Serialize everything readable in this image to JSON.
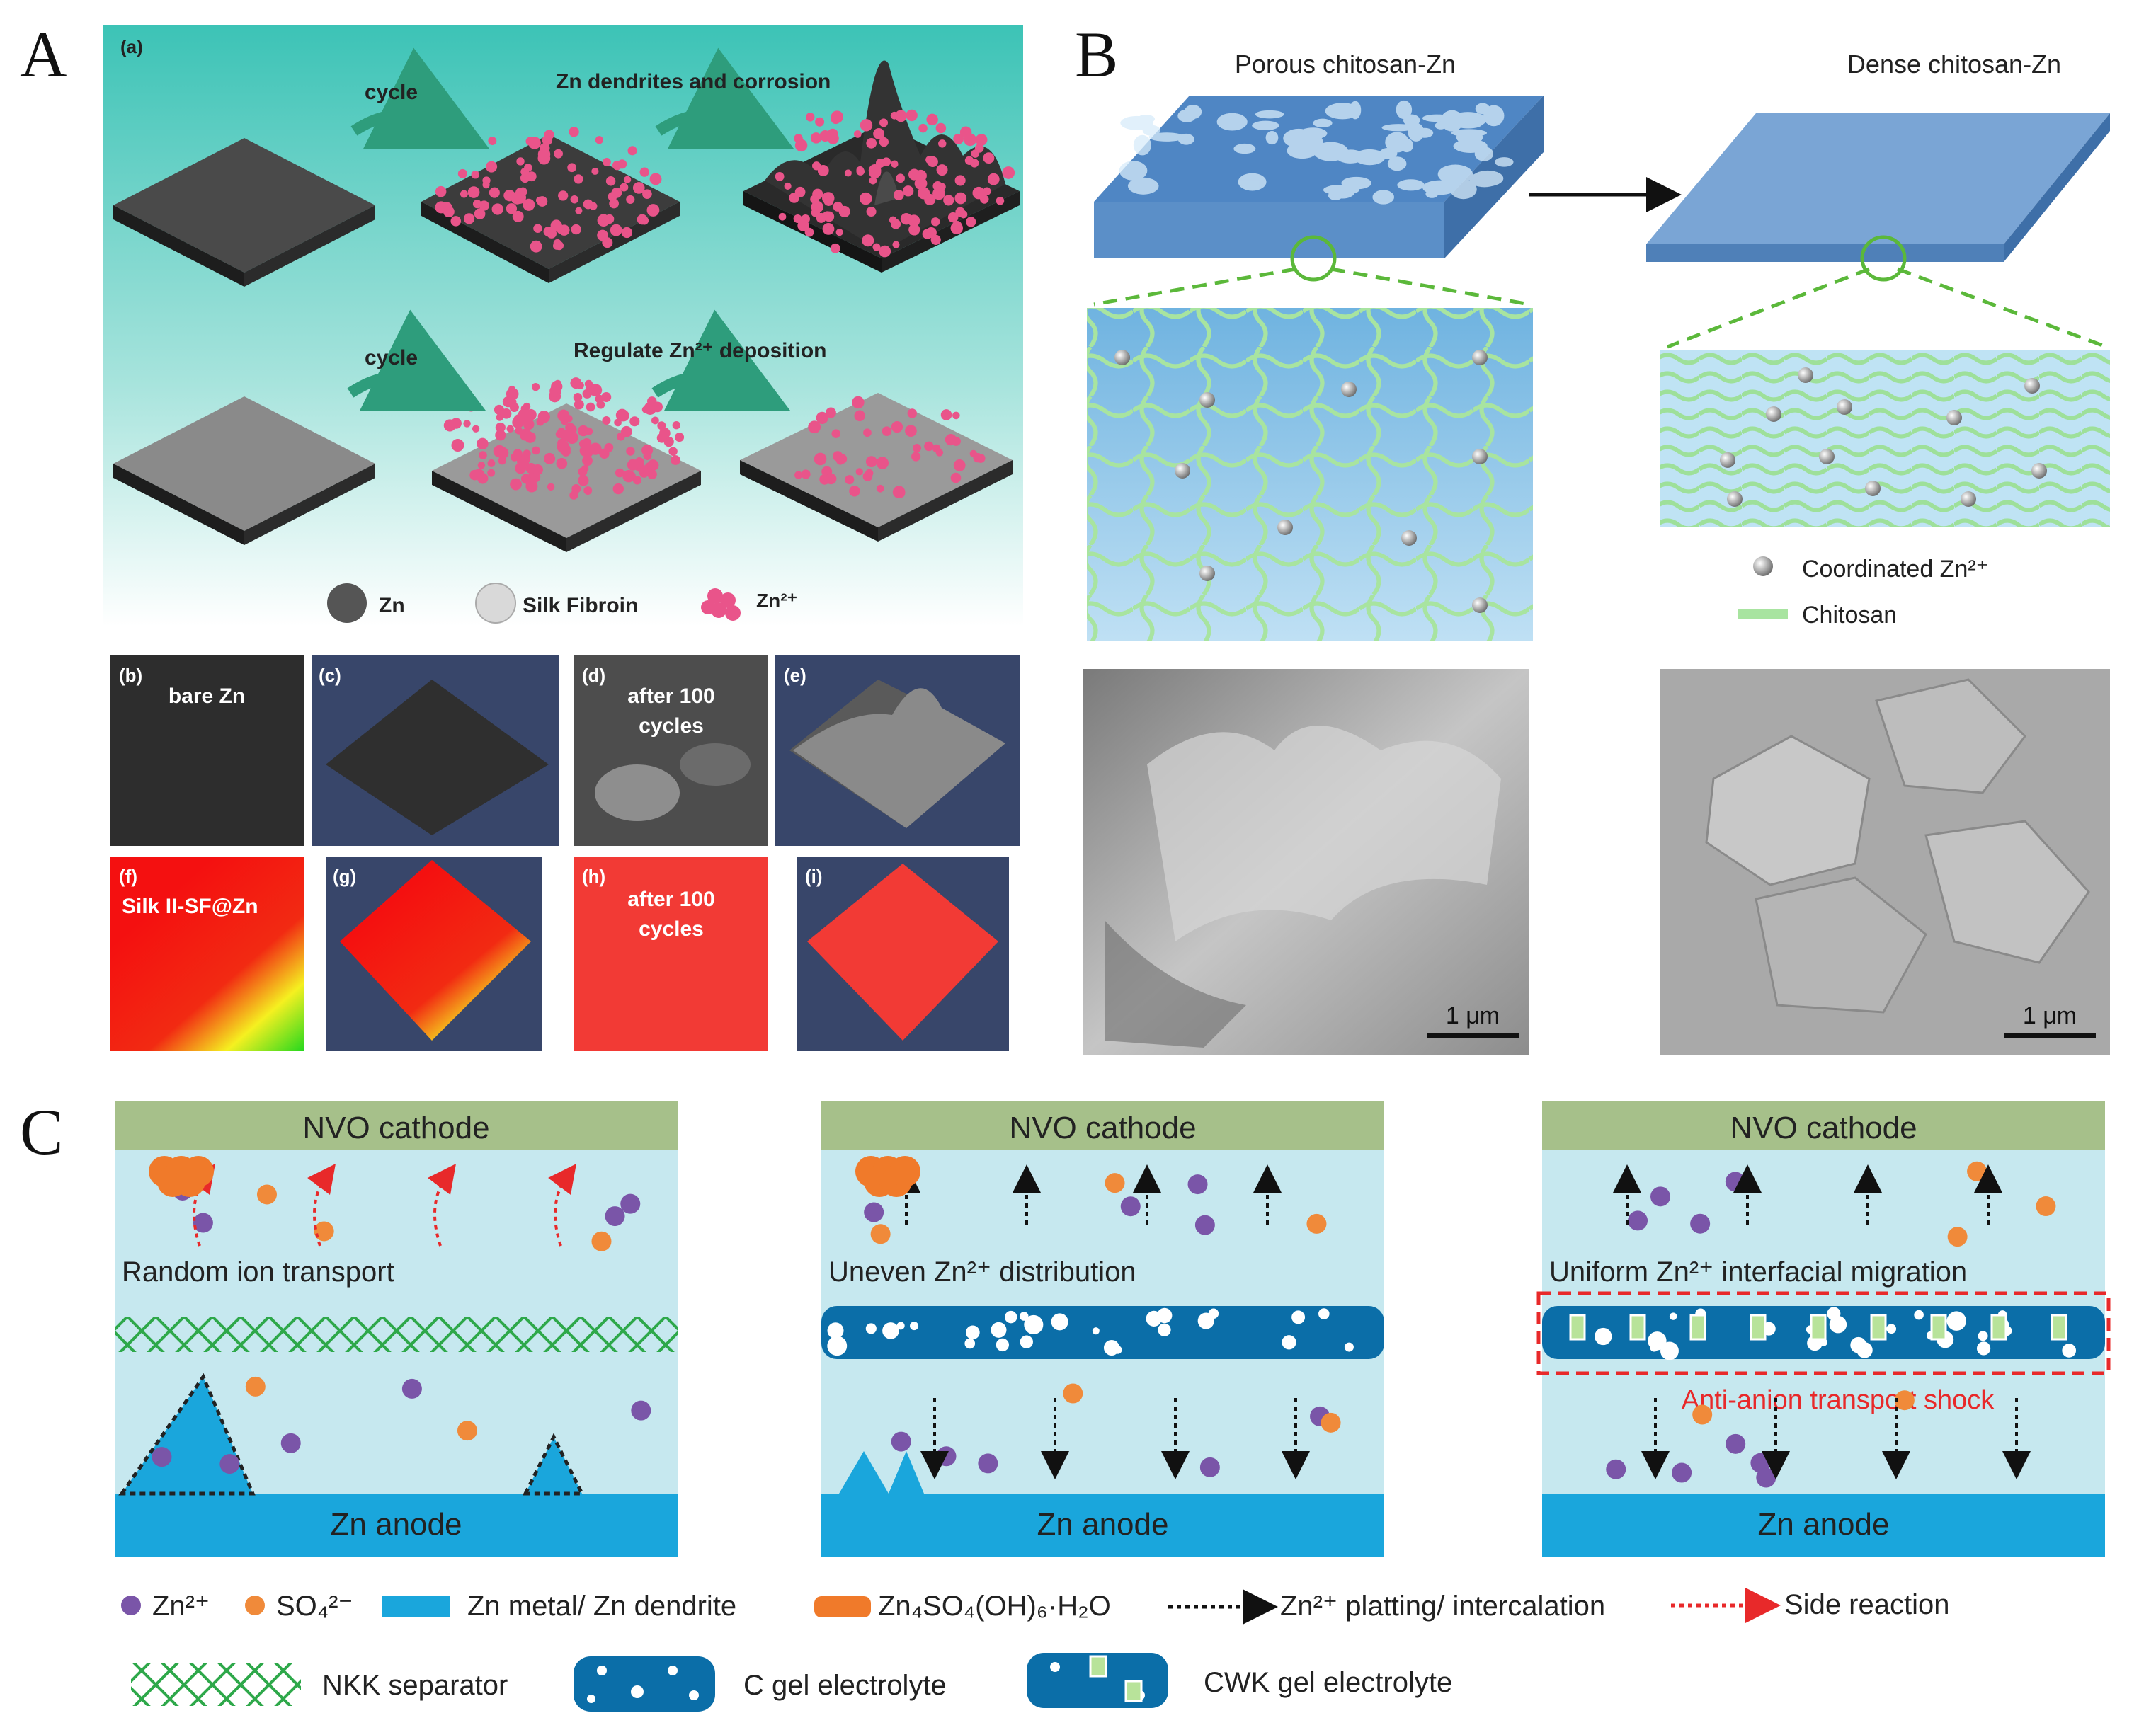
{
  "panels": {
    "A": {
      "letter": "A",
      "sublabel_a": "(a)",
      "top_row": {
        "arrow1": "cycle",
        "arrow2": "Zn dendrites and corrosion"
      },
      "bottom_row": {
        "arrow1": "cycle",
        "arrow2": "Regulate Zn²⁺ deposition"
      },
      "legend": {
        "zn": "Zn",
        "silk": "Silk Fibroin",
        "ion": "Zn²⁺"
      },
      "tiles": [
        {
          "tag": "(b)",
          "text1": "bare Zn",
          "text2": ""
        },
        {
          "tag": "(c)",
          "text1": "",
          "text2": ""
        },
        {
          "tag": "(d)",
          "text1": "after 100",
          "text2": "cycles"
        },
        {
          "tag": "(e)",
          "text1": "",
          "text2": ""
        },
        {
          "tag": "(f)",
          "text1": "Silk II-SF@Zn",
          "text2": ""
        },
        {
          "tag": "(g)",
          "text1": "",
          "text2": ""
        },
        {
          "tag": "(h)",
          "text1": "after 100",
          "text2": "cycles"
        },
        {
          "tag": "(i)",
          "text1": "",
          "text2": ""
        }
      ]
    },
    "B": {
      "letter": "B",
      "left_title": "Porous chitosan-Zn",
      "right_title": "Dense chitosan-Zn",
      "legend": {
        "coordinated": "Coordinated Zn²⁺",
        "chitosan": "Chitosan"
      },
      "scale_left": "1 μm",
      "scale_right": "1 μm"
    },
    "C": {
      "letter": "C",
      "cells": [
        {
          "cathode": "NVO cathode",
          "anode": "Zn anode",
          "note": "Random ion transport",
          "note2": ""
        },
        {
          "cathode": "NVO cathode",
          "anode": "Zn anode",
          "note": "Uneven Zn²⁺ distribution",
          "note2": ""
        },
        {
          "cathode": "NVO cathode",
          "anode": "Zn anode",
          "note": "Uniform  Zn²⁺ interfacial migration",
          "note2": "Anti-anion transport shock"
        }
      ],
      "legend": {
        "zn_ion": "Zn²⁺",
        "so4": "SO₄²⁻",
        "zn_metal": "Zn metal/ Zn dendrite",
        "zn4so4": "Zn₄SO₄(OH)₆·H₂O",
        "plating": "Zn²⁺ platting/ intercalation",
        "side": "Side reaction",
        "nkk": "NKK separator",
        "cgel": "C gel electrolyte",
        "cwk": "CWK gel electrolyte"
      }
    }
  },
  "colors": {
    "teal": "#4fc9bc",
    "cathode": "#a6c08a",
    "electrolyte": "#c6e8ef",
    "anode": "#1aa6dc",
    "zn_ion": "#7a55a8",
    "so4": "#f08a3a",
    "side": "#e8292a",
    "separator": "#2ea84a",
    "gel": "#0b6ea8",
    "chitosan": "#a8e4a0"
  }
}
